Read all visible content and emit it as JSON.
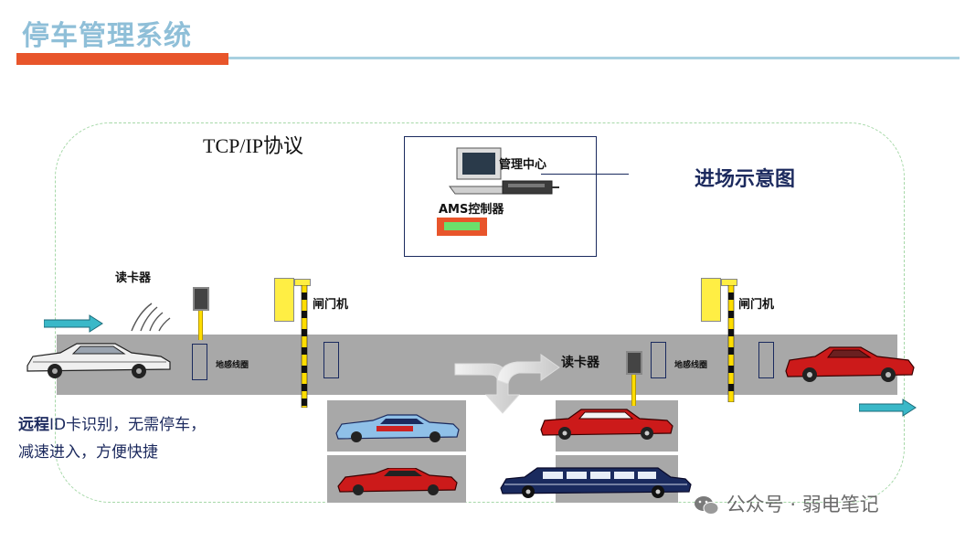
{
  "header": {
    "title": "停车管理系统"
  },
  "protocol_label": "TCP/IP协议",
  "control_center": {
    "management_label": "管理中心",
    "controller_label": "AMS控制器"
  },
  "diagram_title": "进场示意图",
  "labels": {
    "card_reader_left": "读卡器",
    "card_reader_right": "读卡器",
    "barrier_left": "闸门机",
    "barrier_right": "闸门机",
    "loop_left": "地感线圈",
    "loop_right": "地感线圈"
  },
  "caption": {
    "line1_strong": "远程",
    "line1_rest": "ID卡识别，无需停车，",
    "line2": "减速进入，方便快捷"
  },
  "watermark": {
    "text": "公众号 · 弱电笔记"
  },
  "colors": {
    "title": "#8fbfd8",
    "accent_orange": "#e8552b",
    "accent_line": "#a8d0e0",
    "navy": "#1c2a5e",
    "road": "#a8a8a8",
    "gate_yellow": "#ffee44",
    "arrow_cyan": "#3ab8c8",
    "controller_orange": "#e8552b",
    "controller_green": "#6be06b"
  },
  "icons": [
    "computer-icon",
    "controller-icon",
    "card-signal-icon",
    "entry-arrow-icon",
    "exit-arrow-icon",
    "turn-arrow-icon",
    "car-icon",
    "wechat-icon"
  ]
}
